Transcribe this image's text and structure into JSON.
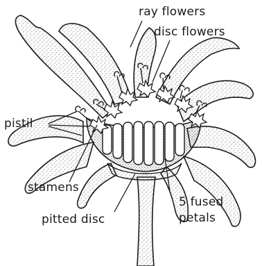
{
  "labels": {
    "ray_flowers": "ray flowers",
    "disc_flowers": "disc flowers",
    "pistil": "pistil",
    "stamens": "stamens",
    "pitted_disc": "pitted disc",
    "fused_line1": "5 fused",
    "fused_line2": "petals"
  },
  "colors": {
    "ink": "#1a1a1a",
    "background": "#ffffff",
    "stipple": "#555555"
  }
}
